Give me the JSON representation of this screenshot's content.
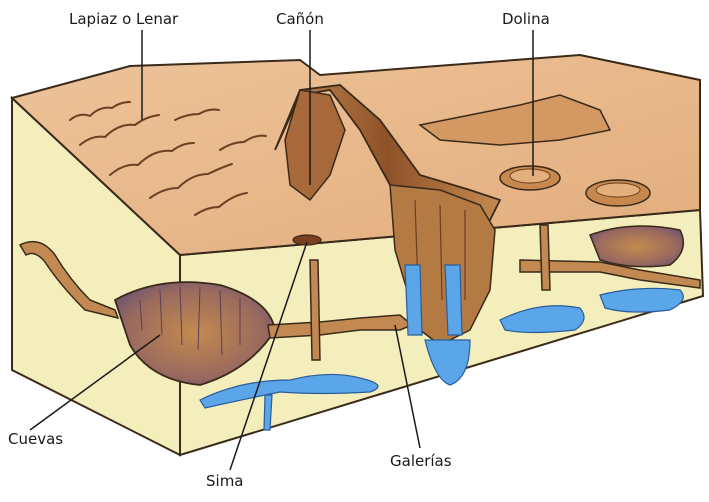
{
  "labels": {
    "lapiaz": "Lapiaz o Lenar",
    "canon": "Cañón",
    "dolina": "Dolina",
    "cuevas": "Cuevas",
    "sima": "Sima",
    "galerias": "Galerías"
  },
  "colors": {
    "ground_top": "#e8b887",
    "ground_side": "#f2ecb8",
    "ground_outline": "#3a2a1a",
    "cave_brown": "#b77c48",
    "cave_dark": "#7a5f78",
    "water": "#5aa6e8",
    "canyon_shadow": "#9a5a2e"
  }
}
